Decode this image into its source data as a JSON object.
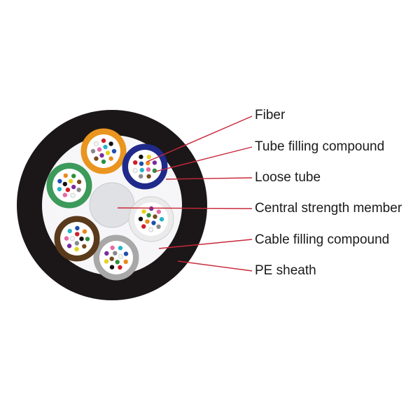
{
  "labels": {
    "fiber": "Fiber",
    "tube_filling_compound": "Tube filling compound",
    "loose_tube": "Loose tube",
    "central_strength_member": "Central strength member",
    "cable_filling_compound": "Cable filling compound",
    "pe_sheath": "PE sheath"
  },
  "colors": {
    "sheath": "#1b1718",
    "cable_fill": "#f6f6f8",
    "central_member": "#dfe1e4",
    "leader_line": "#c8283a",
    "text": "#1a1a1a"
  },
  "loose_tubes": [
    {
      "name": "orange-tube",
      "color": "#e9951f"
    },
    {
      "name": "blue-tube",
      "color": "#1f2a8a"
    },
    {
      "name": "white-tube",
      "color": "#ebebeb"
    },
    {
      "name": "gray-tube",
      "color": "#a8a8a8"
    },
    {
      "name": "brown-tube",
      "color": "#5a3a1c"
    },
    {
      "name": "green-tube",
      "color": "#3c9a5a"
    }
  ],
  "fiber_colors": [
    "#1f4fb0",
    "#e98a1a",
    "#2e8f3c",
    "#7a4a1e",
    "#8a8a8a",
    "#f4f4f4",
    "#d11e28",
    "#111111",
    "#e8d21c",
    "#7b2c9e",
    "#e46aa5",
    "#27b4c8"
  ]
}
